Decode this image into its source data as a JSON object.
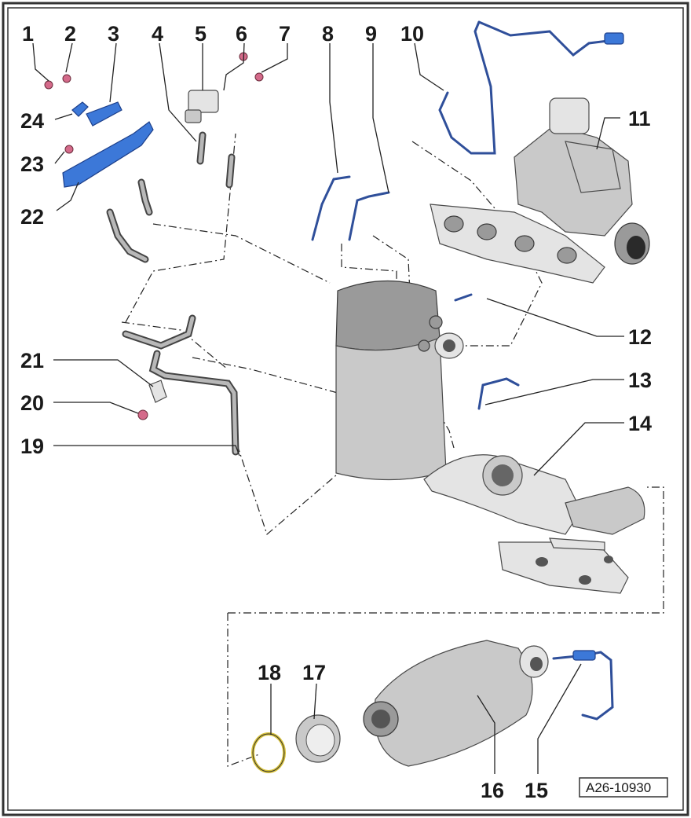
{
  "diagram": {
    "reference_code": "A26-10930",
    "callouts": [
      "1",
      "2",
      "3",
      "4",
      "5",
      "6",
      "7",
      "8",
      "9",
      "10",
      "11",
      "12",
      "13",
      "14",
      "15",
      "16",
      "17",
      "18",
      "19",
      "20",
      "21",
      "22",
      "23",
      "24"
    ]
  },
  "colors": {
    "highlight_blue": "#3c78d8",
    "fastener_pink": "#d46a8a",
    "metal_grey": "#c9c9c9",
    "ring_yellow": "#d8c23a",
    "frame": "#333333"
  }
}
